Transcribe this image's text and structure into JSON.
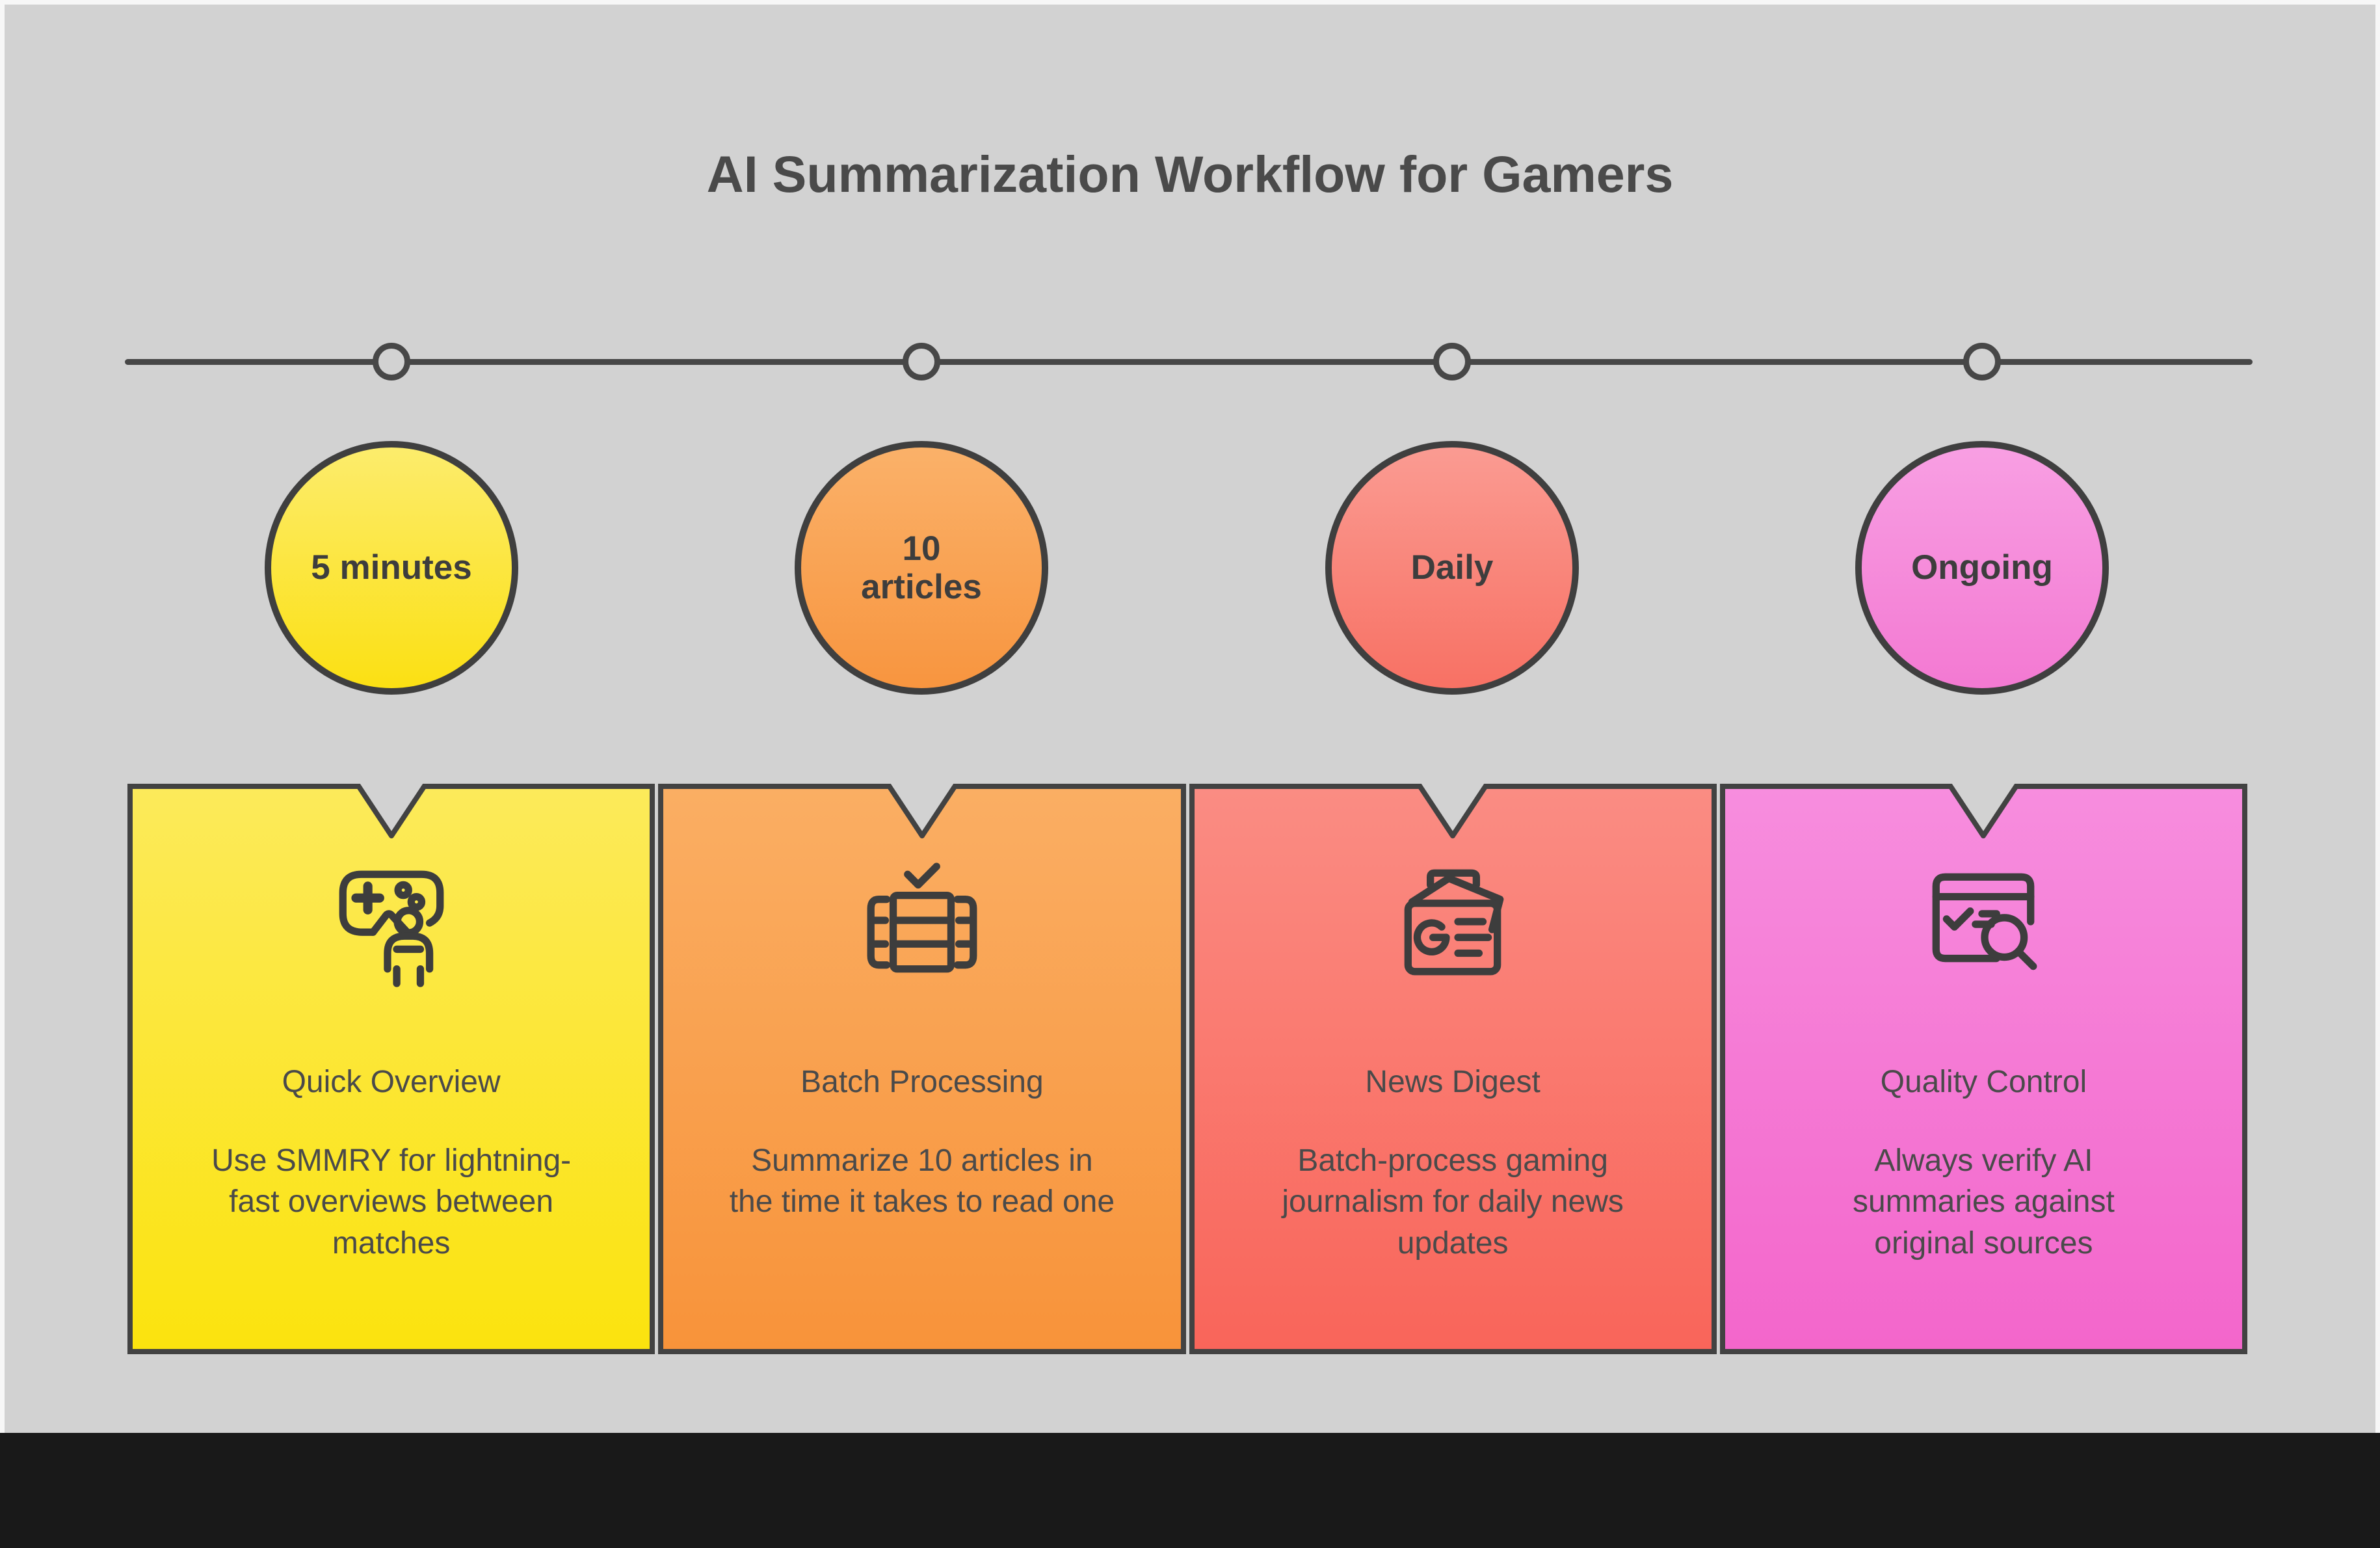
{
  "title": "AI Summarization Workflow for Gamers",
  "style": {
    "canvas_background": "#D2D2D2",
    "frame": "#F7F7F7",
    "footer_bar": "#191919",
    "outline_stroke": "#424242",
    "text_color": "#4A4A4A"
  },
  "steps": [
    {
      "badge": "5 minutes",
      "card_title": "Quick Overview",
      "card_body": "Use SMMRY for lightning-fast overviews between matches",
      "icon": "gamepad-person-icon",
      "colors": {
        "circle_top": "#FCEC6C",
        "circle_bottom": "#FBE013",
        "card_top": "#FCEA5A",
        "card_bottom": "#FBE30E"
      }
    },
    {
      "badge": "10\narticles",
      "card_title": "Batch Processing",
      "card_body": "Summarize 10 articles in the time it takes to read one",
      "icon": "batch-stack-check-icon",
      "colors": {
        "circle_top": "#FAB169",
        "circle_bottom": "#F8953F",
        "card_top": "#FAAE63",
        "card_bottom": "#F8933A"
      }
    },
    {
      "badge": "Daily",
      "card_title": "News Digest",
      "card_body": "Batch-process gaming journalism for daily news updates",
      "icon": "news-digest-icon",
      "colors": {
        "circle_top": "#FA9B92",
        "circle_bottom": "#F87164",
        "card_top": "#FA8C83",
        "card_bottom": "#F9655A"
      }
    },
    {
      "badge": "Ongoing",
      "card_title": "Quality Control",
      "card_body": "Always verify AI summaries against original sources",
      "icon": "verify-search-icon",
      "colors": {
        "circle_top": "#F89FE3",
        "circle_bottom": "#F379D2",
        "card_top": "#F78DDE",
        "card_bottom": "#F366CB"
      }
    }
  ]
}
